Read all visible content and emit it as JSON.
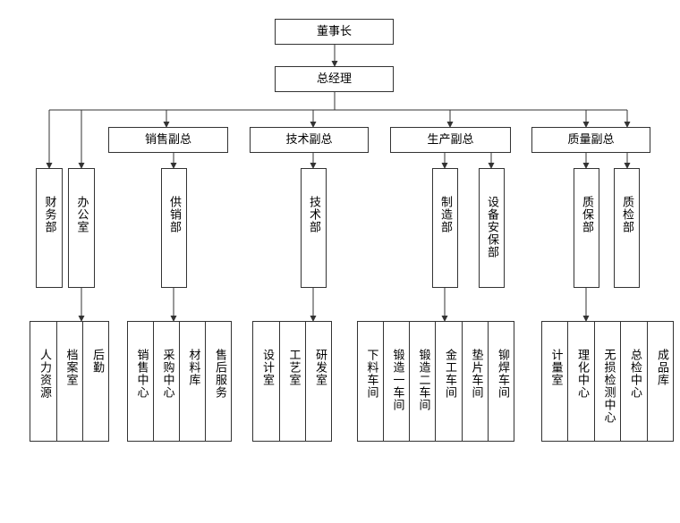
{
  "chairman": "董事长",
  "general_manager": "总经理",
  "vice_presidents": {
    "sales": "销售副总",
    "tech": "技术副总",
    "production": "生产副总",
    "quality": "质量副总"
  },
  "departments": {
    "finance": "财务部",
    "office": "办公室",
    "supply_sales": "供销部",
    "technology": "技术部",
    "manufacturing": "制造部",
    "equipment_safety": "设备安保部",
    "quality_assurance": "质保部",
    "quality_inspection": "质检部"
  },
  "units": {
    "office": [
      "人力资源",
      "档案室",
      "后勤"
    ],
    "supply_sales": [
      "销售中心",
      "采购中心",
      "材料库",
      "售后服务"
    ],
    "technology": [
      "设计室",
      "工艺室",
      "研发室"
    ],
    "manufacturing": [
      "下料车间",
      "锻造一车间",
      "锻造二车间",
      "金工车间",
      "垫片车间",
      "铆焊车间"
    ],
    "quality_assurance": [
      "计量室",
      "理化中心",
      "无损检测中心",
      "总检中心",
      "成品库"
    ]
  }
}
